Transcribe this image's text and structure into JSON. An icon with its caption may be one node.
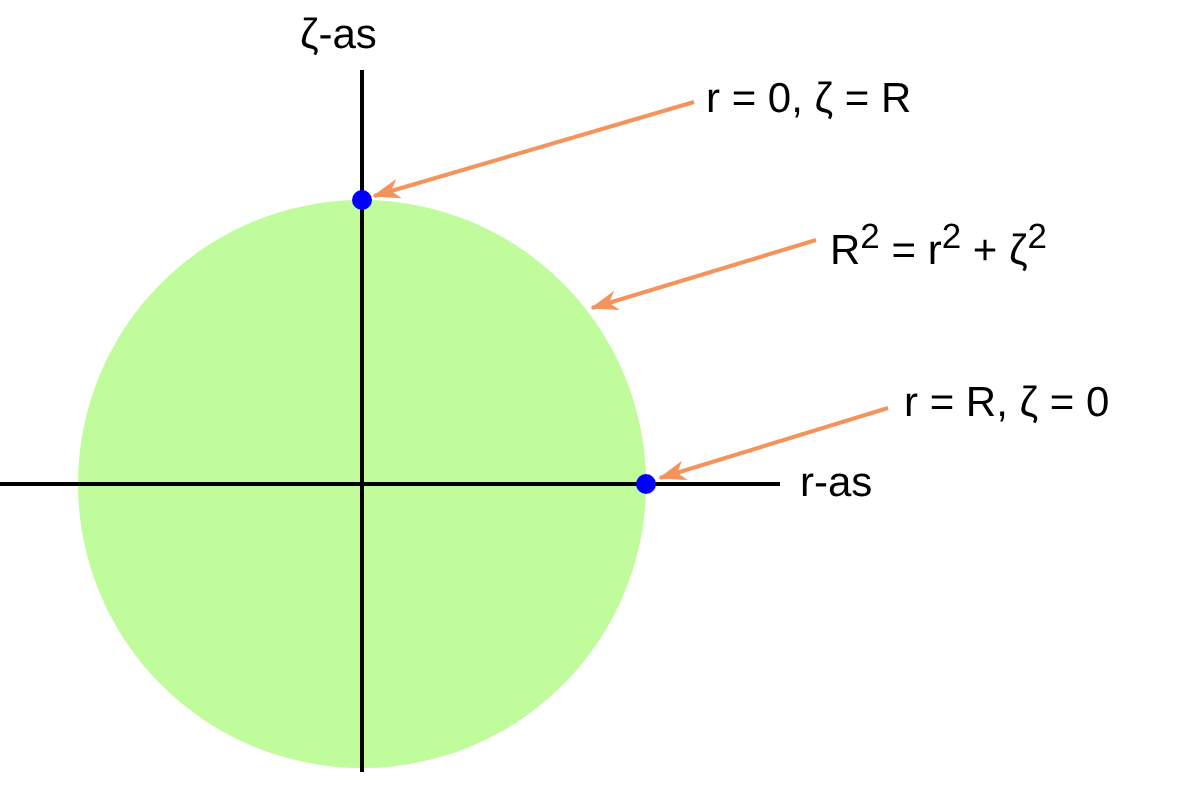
{
  "diagram": {
    "nodes": [
      {
        "text": [
          "r = 0, ζ = R"
        ]
      },
      {
        "text": [],
        "shape": "circle"
      },
      {
        "text": [
          "R$^{2}$ = r$^{2}$ + ζ$^{2}$"
        ]
      },
      {
        "text": [],
        "shape": "circle"
      },
      {
        "text": [
          "r = R, ζ = 0"
        ]
      },
      {
        "text": [],
        "shape": "circle"
      }
    ],
    "edges": [
      {
        "from": 0,
        "to": 1,
        "arrow": "to"
      },
      {
        "from": 2,
        "to": 3,
        "arrow": "to"
      },
      {
        "from": 4,
        "to": 5,
        "arrow": "to"
      }
    ],
    "labels": [
      "ζ-as",
      "r-as"
    ]
  }
}
